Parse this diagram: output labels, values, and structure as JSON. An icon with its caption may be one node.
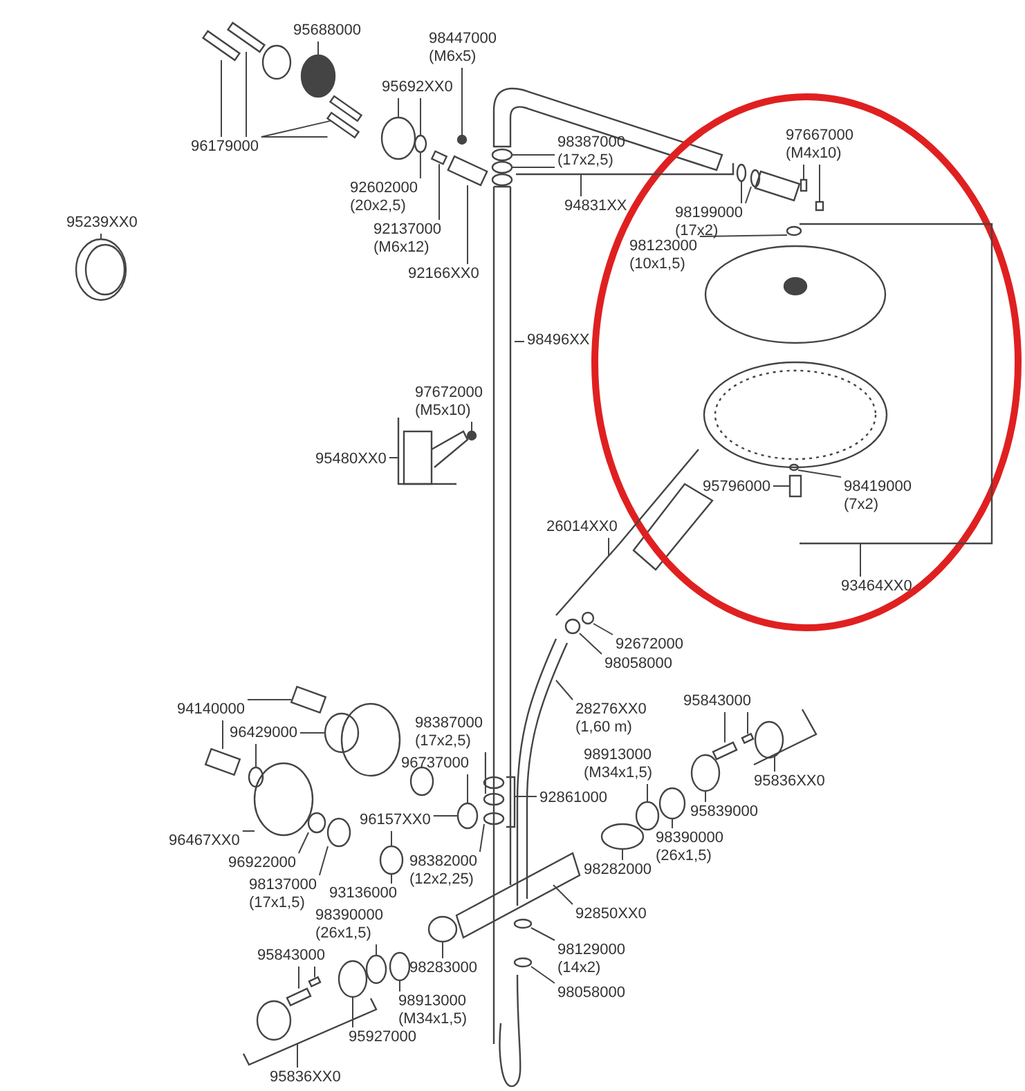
{
  "diagram": {
    "nodes": [
      {
        "text": [
          "95688000"
        ]
      },
      {
        "text": [
          "96179000"
        ]
      },
      {
        "text": [
          "95692XX0"
        ]
      },
      {
        "text": [
          "98447000",
          "(M6x5)"
        ]
      },
      {
        "text": [
          "98387000",
          "(17x2,5)"
        ]
      },
      {
        "text": [
          "92602000",
          "(20x2,5)"
        ]
      },
      {
        "text": [
          "92137000",
          "(M6x12)"
        ]
      },
      {
        "text": [
          "92166XX0"
        ]
      },
      {
        "text": [
          "94831XX"
        ]
      },
      {
        "text": [
          "95239XX0"
        ]
      },
      {
        "text": [
          "98496XX"
        ]
      },
      {
        "text": [
          "97667000",
          "(M4x10)"
        ]
      },
      {
        "text": [
          "98199000",
          "(17x2)"
        ]
      },
      {
        "text": [
          "98123000",
          "(10x1,5)"
        ]
      },
      {
        "text": [
          "95480XX0"
        ]
      },
      {
        "text": [
          "97672000",
          "(M5x10)"
        ]
      },
      {
        "text": [
          "95796000"
        ]
      },
      {
        "text": [
          "98419000",
          "(7x2)"
        ],
        "in": 50
      },
      {
        "text": [
          "93464XX0"
        ]
      },
      {
        "text": [
          "26014XX0"
        ]
      },
      {
        "text": [
          "92672000"
        ]
      },
      {
        "text": [
          "98058000"
        ]
      },
      {
        "text": [
          "28276XX0",
          "(1,60 m)"
        ]
      },
      {
        "text": [
          "94140000"
        ]
      },
      {
        "text": [
          "96429000"
        ]
      },
      {
        "text": [
          "98387000",
          "(17x2,5)"
        ]
      },
      {
        "text": [
          "96737000"
        ]
      },
      {
        "text": [
          "92861000"
        ]
      },
      {
        "text": [
          "95843000"
        ]
      },
      {
        "text": [
          "95836XX0"
        ]
      },
      {
        "text": [
          "98913000",
          "(M34x1,5)"
        ]
      },
      {
        "text": [
          "95839000"
        ]
      },
      {
        "text": [
          "96157XX0"
        ]
      },
      {
        "text": [
          "96467XX0"
        ]
      },
      {
        "text": [
          "98390000",
          "(26x1,5)"
        ]
      },
      {
        "text": [
          "96922000"
        ]
      },
      {
        "text": [
          "98382000",
          "(12x2,25)"
        ]
      },
      {
        "text": [
          "98282000"
        ]
      },
      {
        "text": [
          "98137000",
          "(17x1,5)"
        ]
      },
      {
        "text": [
          "93136000"
        ]
      },
      {
        "text": [
          "92850XX0"
        ]
      },
      {
        "text": [
          "98390000",
          "(26x1,5)"
        ]
      },
      {
        "text": [
          "95843000"
        ]
      },
      {
        "text": [
          "98283000"
        ]
      },
      {
        "text": [
          "98129000",
          "(14x2)"
        ]
      },
      {
        "text": [
          "98913000",
          "(M34x1,5)"
        ]
      },
      {
        "text": [
          "98058000"
        ]
      },
      {
        "text": [
          "95927000"
        ]
      },
      {
        "text": [
          "95836XX0"
        ]
      },
      {
        "text": [],
        "shape": "bracket"
      },
      {
        "text": [],
        "shape": "bracket"
      },
      {
        "text": [],
        "shape": "box"
      },
      {
        "text": [],
        "shape": "box"
      },
      {
        "text": [],
        "shape": "circle"
      },
      {
        "text": [],
        "shape": "circle"
      },
      {
        "text": [],
        "shape": "circle"
      },
      {
        "text": [],
        "shape": "circle"
      },
      {
        "text": [],
        "shape": "circle"
      },
      {
        "text": [],
        "shape": "circle"
      },
      {
        "text": [],
        "shape": "circle"
      },
      {
        "text": [],
        "shape": "circle"
      },
      {
        "text": [],
        "shape": "circle"
      },
      {
        "text": [],
        "shape": "box"
      },
      {
        "text": [],
        "shape": "box"
      },
      {
        "text": [],
        "shape": "box"
      },
      {
        "text": [],
        "shape": "box"
      },
      {
        "text": [],
        "shape": "circle"
      },
      {
        "text": [],
        "shape": "circle"
      },
      {
        "text": [],
        "shape": "circle"
      },
      {
        "text": [],
        "shape": "circle"
      },
      {
        "text": [],
        "shape": "circle"
      },
      {
        "text": [],
        "shape": "box"
      },
      {
        "text": [],
        "shape": "box"
      },
      {
        "text": [],
        "shape": "circle"
      },
      {
        "text": [],
        "shape": "box"
      },
      {
        "text": [],
        "shape": "box"
      },
      {
        "text": [],
        "shape": "circle"
      },
      {
        "text": [],
        "shape": "circle"
      },
      {
        "text": [],
        "shape": "circle"
      },
      {
        "text": [],
        "shape": "bracket"
      },
      {
        "text": [],
        "shape": "circle"
      },
      {
        "text": [],
        "shape": "box"
      },
      {
        "text": [],
        "shape": "circle"
      },
      {
        "text": [],
        "shape": "bracket"
      },
      {
        "text": [],
        "shape": "circle"
      },
      {
        "text": [],
        "shape": "circle"
      },
      {
        "text": [],
        "shape": "circle"
      },
      {
        "text": [],
        "shape": "circle"
      },
      {
        "text": [],
        "shape": "circle"
      },
      {
        "text": [],
        "shape": "circle"
      },
      {
        "text": [],
        "shape": "bracket"
      },
      {
        "text": [],
        "shape": "box"
      },
      {
        "text": [],
        "shape": "box"
      },
      {
        "text": [],
        "shape": "bracket"
      },
      {
        "text": [],
        "shape": "circle"
      },
      {
        "text": [],
        "shape": "circle"
      },
      {
        "text": [],
        "shape": "circle"
      },
      {
        "text": [],
        "shape": "circle"
      },
      {
        "text": [],
        "shape": "circle"
      },
      {
        "text": [],
        "shape": "circle"
      },
      {
        "text": [],
        "shape": "box"
      },
      {
        "text": [],
        "shape": "box"
      },
      {
        "text": [],
        "shape": "circle"
      },
      {
        "text": [],
        "shape": "circle"
      },
      {
        "text": [],
        "shape": "bracket"
      }
    ],
    "edges": [
      {
        "from": 0,
        "to": 61,
        "arrow": "none"
      },
      {
        "from": 1,
        "to": 62,
        "arrow": "none"
      },
      {
        "from": 1,
        "to": 63,
        "arrow": "none"
      },
      {
        "from": 1,
        "to": 64,
        "arrow": "none"
      },
      {
        "from": 1,
        "to": 65,
        "arrow": "none"
      },
      {
        "from": 2,
        "to": 66,
        "arrow": "none"
      },
      {
        "from": 2,
        "to": 67,
        "arrow": "none"
      },
      {
        "from": 3,
        "to": 68,
        "arrow": "none"
      },
      {
        "from": 4,
        "to": 69,
        "arrow": "none"
      },
      {
        "from": 4,
        "to": 70,
        "arrow": "none"
      },
      {
        "from": 5,
        "to": 67,
        "arrow": "none"
      },
      {
        "from": 6,
        "to": 71,
        "arrow": "none"
      },
      {
        "from": 7,
        "to": 72,
        "arrow": "none"
      },
      {
        "from": 8,
        "to": 49,
        "arrow": "none"
      },
      {
        "from": 9,
        "to": 73,
        "arrow": "none"
      },
      {
        "from": 10,
        "to": null,
        "arrow": "none"
      },
      {
        "from": 11,
        "to": 74,
        "arrow": "none"
      },
      {
        "from": 11,
        "to": 75,
        "arrow": "none"
      },
      {
        "from": 12,
        "to": 76,
        "arrow": "none"
      },
      {
        "from": 12,
        "to": 77,
        "arrow": "none"
      },
      {
        "from": 13,
        "to": 78,
        "arrow": "none"
      },
      {
        "from": 14,
        "to": 79,
        "arrow": "none"
      },
      {
        "from": 15,
        "to": 80,
        "arrow": "none"
      },
      {
        "from": 16,
        "to": 81,
        "arrow": "none"
      },
      {
        "from": 17,
        "to": 82,
        "arrow": "none"
      },
      {
        "from": 18,
        "to": 50,
        "arrow": "none"
      },
      {
        "from": 19,
        "to": 83,
        "arrow": "none"
      },
      {
        "from": 20,
        "to": 84,
        "arrow": "none"
      },
      {
        "from": 21,
        "to": 85,
        "arrow": "none"
      },
      {
        "from": 22,
        "to": null,
        "arrow": "none"
      },
      {
        "from": 23,
        "to": 51,
        "arrow": "none"
      },
      {
        "from": 23,
        "to": 52,
        "arrow": "none"
      },
      {
        "from": 24,
        "to": 86,
        "arrow": "none"
      },
      {
        "from": 24,
        "to": 87,
        "arrow": "none"
      },
      {
        "from": 25,
        "to": 88,
        "arrow": "none"
      },
      {
        "from": 25,
        "to": 89,
        "arrow": "none"
      },
      {
        "from": 26,
        "to": 53,
        "arrow": "none"
      },
      {
        "from": 27,
        "to": 90,
        "arrow": "none"
      },
      {
        "from": 28,
        "to": 91,
        "arrow": "none"
      },
      {
        "from": 28,
        "to": 92,
        "arrow": "none"
      },
      {
        "from": 29,
        "to": 93,
        "arrow": "none"
      },
      {
        "from": 30,
        "to": 94,
        "arrow": "none"
      },
      {
        "from": 31,
        "to": 95,
        "arrow": "none"
      },
      {
        "from": 32,
        "to": 53,
        "arrow": "none"
      },
      {
        "from": 32,
        "to": 54,
        "arrow": "none"
      },
      {
        "from": 33,
        "to": 96,
        "arrow": "none"
      },
      {
        "from": 34,
        "to": 55,
        "arrow": "none"
      },
      {
        "from": 35,
        "to": 97,
        "arrow": "none"
      },
      {
        "from": 36,
        "to": 98,
        "arrow": "none"
      },
      {
        "from": 37,
        "to": 99,
        "arrow": "none"
      },
      {
        "from": 38,
        "to": 56,
        "arrow": "none"
      },
      {
        "from": 39,
        "to": 54,
        "arrow": "none"
      },
      {
        "from": 40,
        "to": null,
        "arrow": "none"
      },
      {
        "from": 41,
        "to": 57,
        "arrow": "none"
      },
      {
        "from": 42,
        "to": 100,
        "arrow": "none"
      },
      {
        "from": 42,
        "to": 101,
        "arrow": "none"
      },
      {
        "from": 43,
        "to": 102,
        "arrow": "none"
      },
      {
        "from": 44,
        "to": 58,
        "arrow": "none"
      },
      {
        "from": 45,
        "to": 103,
        "arrow": "none"
      },
      {
        "from": 46,
        "to": 59,
        "arrow": "none"
      },
      {
        "from": 47,
        "to": 60,
        "arrow": "none"
      },
      {
        "from": 48,
        "to": 104,
        "arrow": "none"
      }
    ]
  }
}
